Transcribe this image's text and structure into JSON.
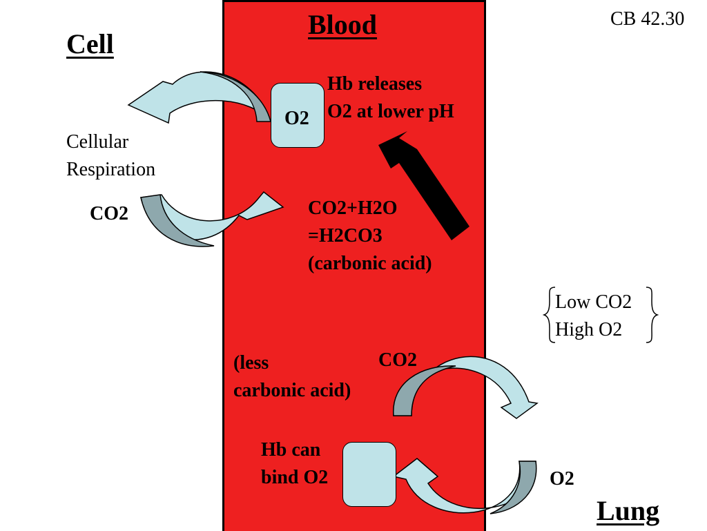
{
  "ref": "CB 42.30",
  "blood_title": "Blood",
  "cell_title": "Cell",
  "lung_title": "Lung",
  "cellular_respiration": [
    "Cellular",
    "Respiration"
  ],
  "cell_co2": "CO2",
  "hb_box_top_label": "O2",
  "hb_releases": [
    "Hb releases",
    "O2 at lower pH"
  ],
  "carbonic_eq": [
    "CO2+H2O",
    "=H2CO3",
    "(carbonic acid)"
  ],
  "lung_conditions": [
    "Low CO2",
    "High O2"
  ],
  "less_carbonic": [
    "(less",
    "carbonic acid)"
  ],
  "blood_co2_out": "CO2",
  "hb_can_bind": [
    "Hb can",
    "bind O2"
  ],
  "lung_o2": "O2",
  "colors": {
    "blood": "#ee2020",
    "arrow_light": "#bfe3e8",
    "arrow_dark": "#8ea8ad",
    "hb_box": "#bfe3e8",
    "big_arrow": "#000000"
  }
}
